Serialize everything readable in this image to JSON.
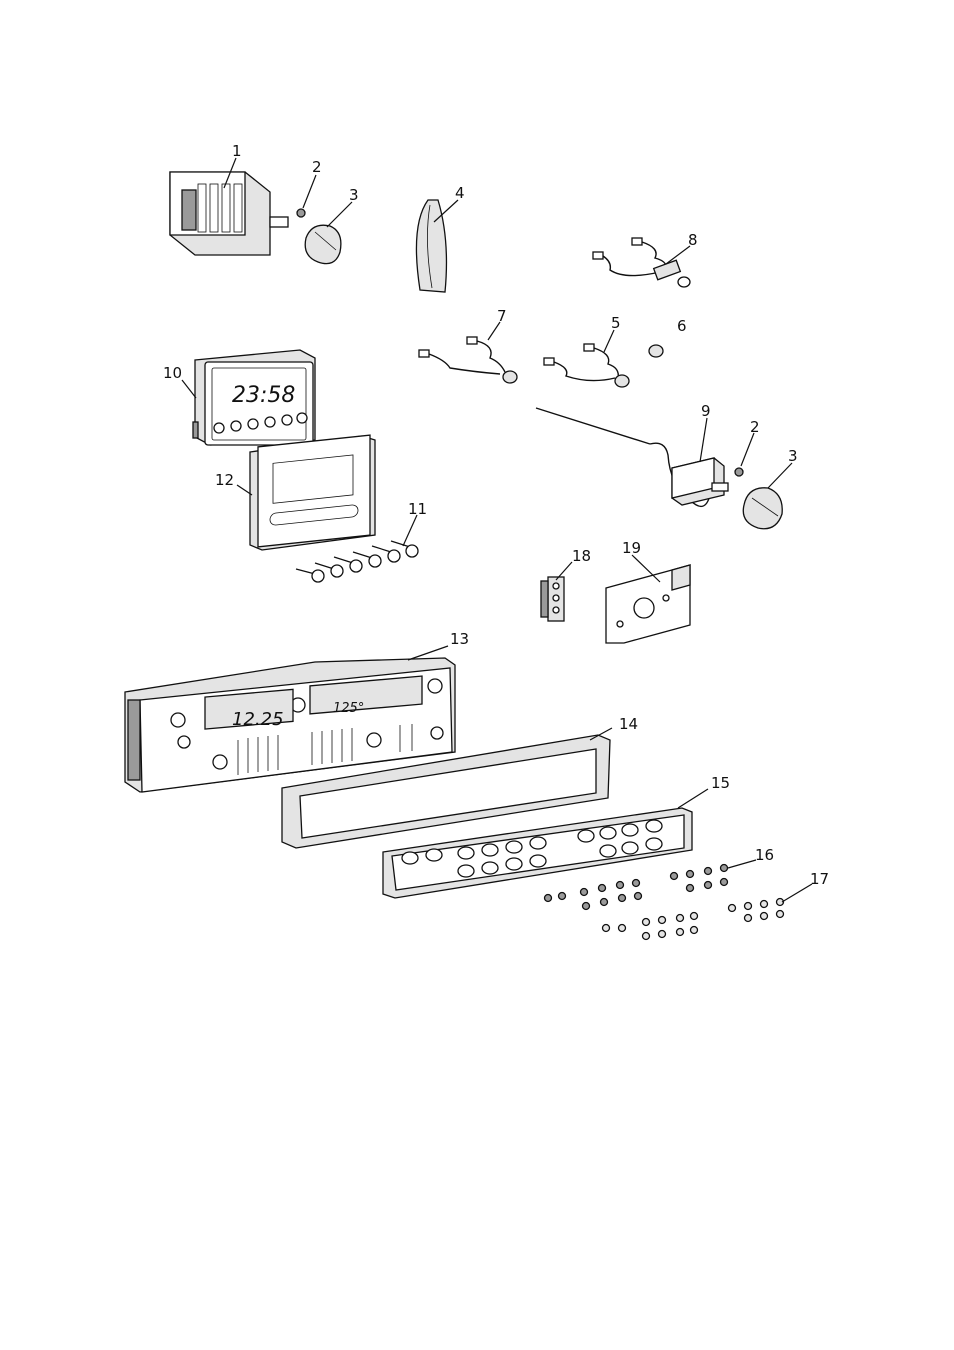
{
  "callouts": [
    {
      "id": "c1",
      "label": "1"
    },
    {
      "id": "c2a",
      "label": "2"
    },
    {
      "id": "c3a",
      "label": "3"
    },
    {
      "id": "c4",
      "label": "4"
    },
    {
      "id": "c5",
      "label": "5"
    },
    {
      "id": "c6",
      "label": "6"
    },
    {
      "id": "c7",
      "label": "7"
    },
    {
      "id": "c8",
      "label": "8"
    },
    {
      "id": "c9",
      "label": "9"
    },
    {
      "id": "c2b",
      "label": "2"
    },
    {
      "id": "c3b",
      "label": "3"
    },
    {
      "id": "c10",
      "label": "10"
    },
    {
      "id": "c11",
      "label": "11"
    },
    {
      "id": "c12",
      "label": "12"
    },
    {
      "id": "c13",
      "label": "13"
    },
    {
      "id": "c14",
      "label": "14"
    },
    {
      "id": "c15",
      "label": "15"
    },
    {
      "id": "c16",
      "label": "16"
    },
    {
      "id": "c17",
      "label": "17"
    },
    {
      "id": "c18",
      "label": "18"
    },
    {
      "id": "c19",
      "label": "19"
    }
  ],
  "displays": {
    "clock_timer": "23:58",
    "panel_clock": "12.25",
    "panel_temp": "125°"
  }
}
